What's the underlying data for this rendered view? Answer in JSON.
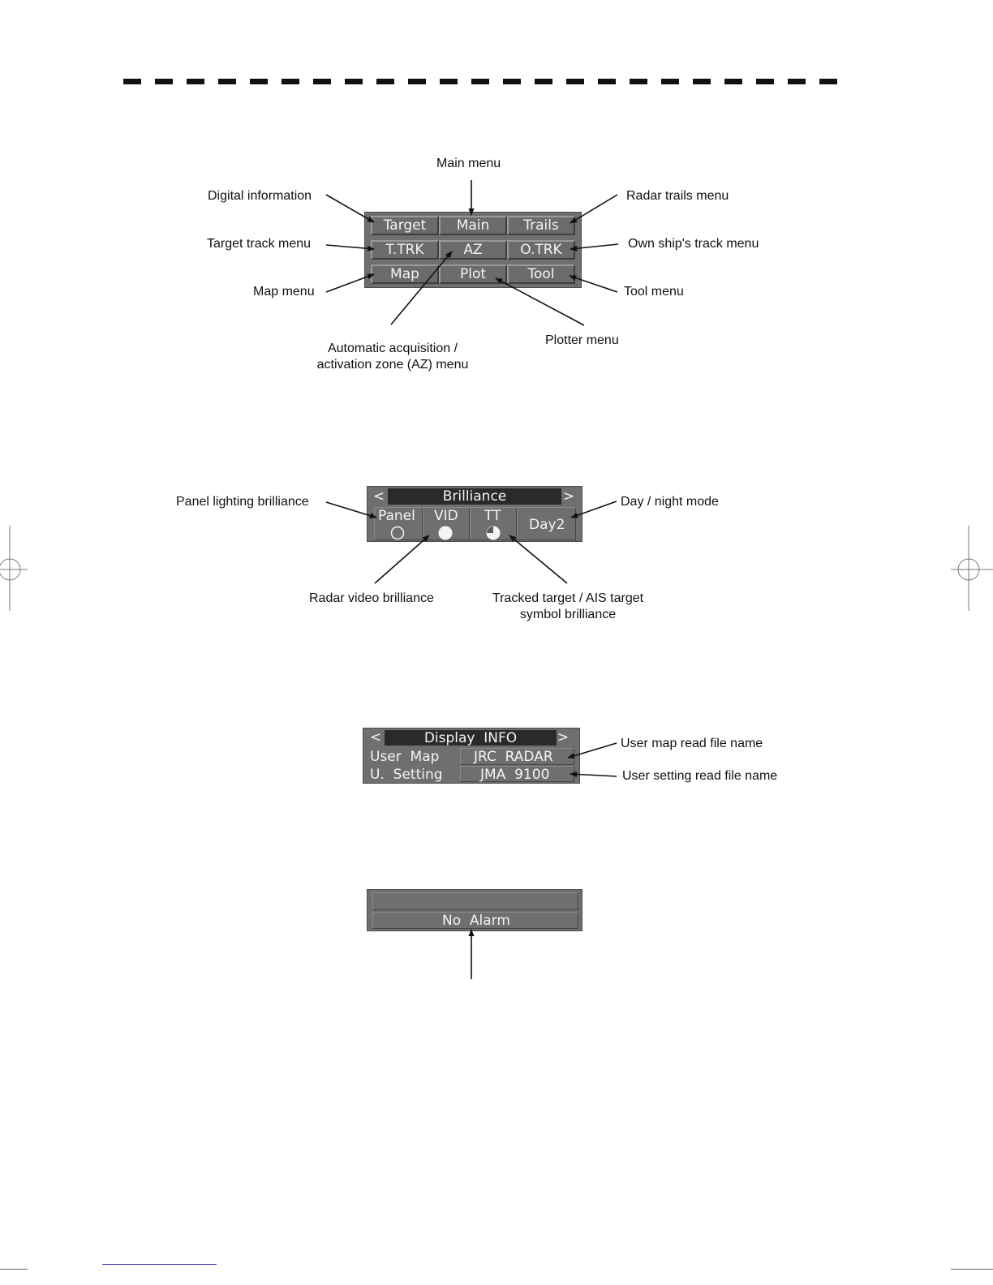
{
  "menu_panel": {
    "buttons": [
      "Target",
      "Main",
      "Trails",
      "T.TRK",
      "AZ",
      "O.TRK",
      "Map",
      "Plot",
      "Tool"
    ],
    "callouts": {
      "main_menu": "Main menu",
      "digital_information": "Digital information",
      "radar_trails_menu": "Radar trails menu",
      "target_track_menu": "Target track menu",
      "own_ship_track_menu": "Own ship's track menu",
      "map_menu": "Map menu",
      "tool_menu": "Tool menu",
      "plotter_menu": "Plotter menu",
      "az_menu_line1": "Automatic acquisition /",
      "az_menu_line2": "activation zone (AZ) menu"
    }
  },
  "brilliance_panel": {
    "title": "Brilliance",
    "prev": "<",
    "next": ">",
    "panel_label": "Panel",
    "vid_label": "VID",
    "tt_label": "TT",
    "mode_value": "Day2",
    "callouts": {
      "panel_lighting": "Panel lighting brilliance",
      "day_night": "Day / night mode",
      "radar_video": "Radar video brilliance",
      "tt_line1": "Tracked target / AIS target",
      "tt_line2": "symbol brilliance"
    }
  },
  "display_info_panel": {
    "title": "Display  INFO",
    "prev": "<",
    "next": ">",
    "rows": [
      {
        "label": "User  Map",
        "value": "JRC  RADAR"
      },
      {
        "label": "U.  Setting",
        "value": "JMA  9100"
      }
    ],
    "callouts": {
      "user_map_file": "User map read file name",
      "user_setting_file": "User setting read file name"
    }
  },
  "alarm_panel": {
    "top_text": "",
    "status": "No  Alarm"
  },
  "colors": {
    "panel_bg": "#6f6f6f",
    "title_bg": "#2a2a2a",
    "panel_text": "#f4f4f4"
  }
}
